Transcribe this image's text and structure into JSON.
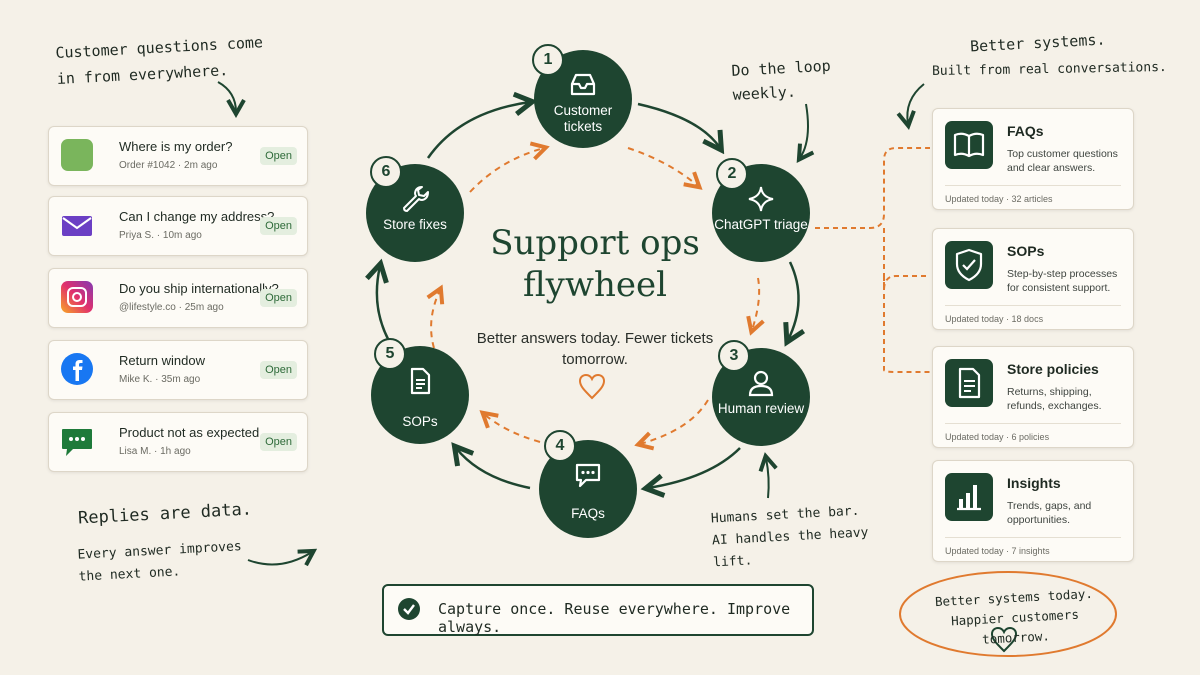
{
  "notes": {
    "top_left": "Customer questions come in from everywhere.",
    "top_right_1": "Better systems.",
    "top_right_2": "Built from real conversations.",
    "loop": "Do the loop weekly.",
    "bottom_left_1": "Replies are data.",
    "bottom_left_2": "Every answer improves the next one.",
    "humans": "Humans set the bar. AI handles the heavy lift.",
    "bottom_right": "Better systems today. Happier customers tomorrow."
  },
  "tickets": [
    {
      "title": "Where is my order?",
      "meta": "Order #1042 · 2m ago",
      "status": "Open",
      "icon": "shopify-icon",
      "color": "#7ab55c"
    },
    {
      "title": "Can I change my address?",
      "meta": "Priya S. · 10m ago",
      "status": "Open",
      "icon": "email-icon",
      "color": "#6b3fc4"
    },
    {
      "title": "Do you ship internationally?",
      "meta": "@lifestyle.co · 25m ago",
      "status": "Open",
      "icon": "instagram-icon",
      "color": "#e1306c"
    },
    {
      "title": "Return window",
      "meta": "Mike K. · 35m ago",
      "status": "Open",
      "icon": "facebook-icon",
      "color": "#1877f2"
    },
    {
      "title": "Product not as expected",
      "meta": "Lisa M. · 1h ago",
      "status": "Open",
      "icon": "chat-bubble-icon",
      "color": "#1e7a3a"
    }
  ],
  "flywheel": {
    "title": "Support ops flywheel",
    "subtitle": "Better answers today. Fewer tickets tomorrow.",
    "nodes": [
      {
        "num": "1",
        "label": "Customer tickets",
        "icon": "inbox-icon"
      },
      {
        "num": "2",
        "label": "ChatGPT triage",
        "icon": "sparkle-icon"
      },
      {
        "num": "3",
        "label": "Human review",
        "icon": "person-icon"
      },
      {
        "num": "4",
        "label": "FAQs",
        "icon": "speech-bubble-icon"
      },
      {
        "num": "5",
        "label": "SOPs",
        "icon": "document-icon"
      },
      {
        "num": "6",
        "label": "Store fixes",
        "icon": "wrench-icon"
      }
    ]
  },
  "banner": {
    "text": "Capture once. Reuse everywhere. Improve always."
  },
  "cards": [
    {
      "title": "FAQs",
      "desc": "Top customer questions and clear answers.",
      "footer": "Updated today · 32 articles",
      "icon": "book-icon"
    },
    {
      "title": "SOPs",
      "desc": "Step-by-step processes for consistent support.",
      "footer": "Updated today · 18 docs",
      "icon": "shield-icon"
    },
    {
      "title": "Store policies",
      "desc": "Returns, shipping, refunds, exchanges.",
      "footer": "Updated today · 6 policies",
      "icon": "document-icon"
    },
    {
      "title": "Insights",
      "desc": "Trends, gaps, and opportunities.",
      "footer": "Updated today · 7 insights",
      "icon": "bar-chart-icon"
    }
  ],
  "colors": {
    "green": "#1e4530",
    "orange": "#e07a2f",
    "background": "#f5f1e8"
  }
}
